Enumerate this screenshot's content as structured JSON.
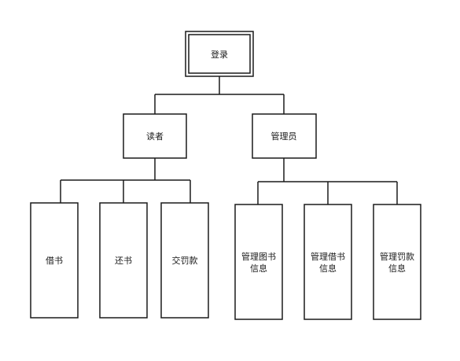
{
  "diagram": {
    "root": {
      "label": "登录"
    },
    "reader": {
      "label": "读者",
      "children": [
        "借书",
        "还书",
        "交罚款"
      ]
    },
    "admin": {
      "label": "管理员",
      "children": [
        [
          "管理图书",
          "信息"
        ],
        [
          "管理借书",
          "信息"
        ],
        [
          "管理罚款",
          "信息"
        ]
      ]
    }
  },
  "colors": {
    "stroke": "#1a1a1a",
    "background": "#ffffff",
    "root_inner_stroke": "#1a1a1a"
  }
}
